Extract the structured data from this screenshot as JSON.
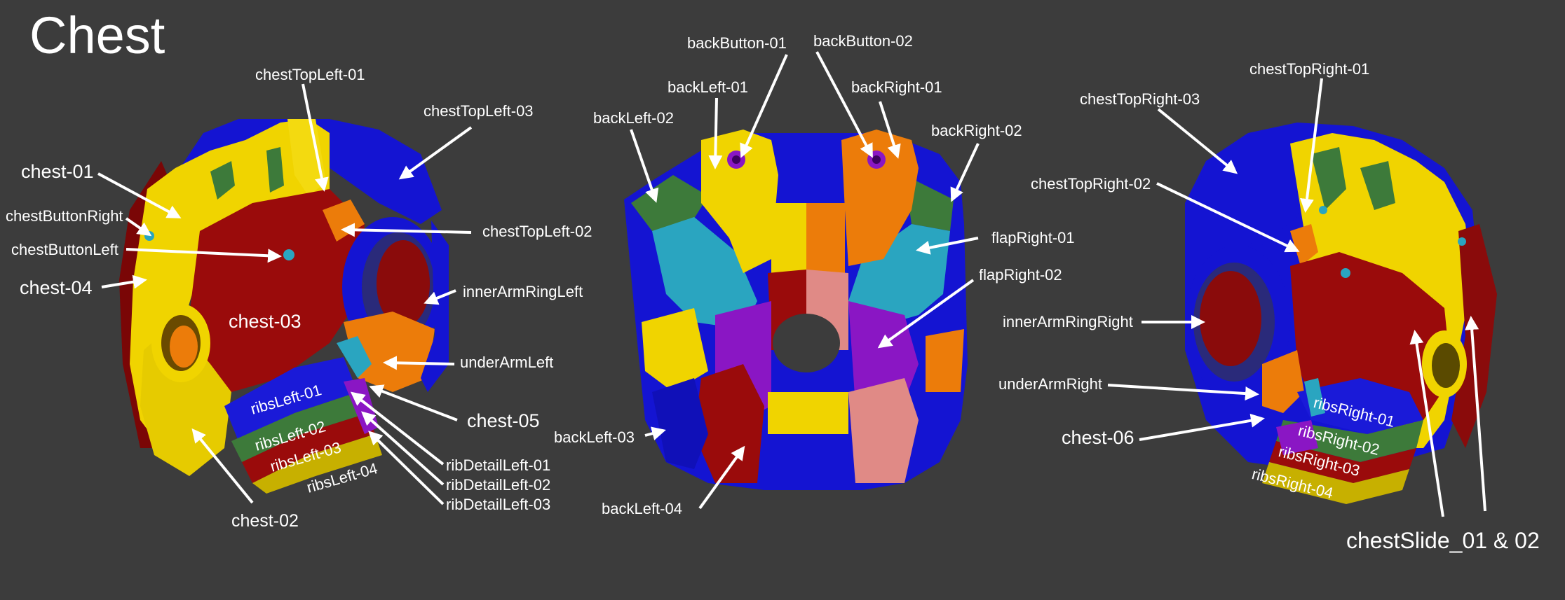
{
  "title": "Chest",
  "colors": {
    "background": "#3c3c3c",
    "blue": "#1a1ad8",
    "yellow": "#f0d400",
    "darkred": "#9a0b0b",
    "orange": "#ec7c0a",
    "teal": "#2aa5c0",
    "green": "#3d7a3a",
    "purple": "#8a16c4",
    "pink": "#e08a86"
  },
  "labels": {
    "chest01": "chest-01",
    "chestButtonRight": "chestButtonRight",
    "chestButtonLeft": "chestButtonLeft",
    "chest04": "chest-04",
    "chest03": "chest-03",
    "chestTopLeft01": "chestTopLeft-01",
    "chestTopLeft03": "chestTopLeft-03",
    "chestTopLeft02": "chestTopLeft-02",
    "innerArmRingLeft": "innerArmRingLeft",
    "underArmLeft": "underArmLeft",
    "chest05": "chest-05",
    "ribsLeft01": "ribsLeft-01",
    "ribsLeft02": "ribsLeft-02",
    "ribsLeft03": "ribsLeft-03",
    "ribsLeft04": "ribsLeft-04",
    "ribDetailLeft01": "ribDetailLeft-01",
    "ribDetailLeft02": "ribDetailLeft-02",
    "ribDetailLeft03": "ribDetailLeft-03",
    "chest02": "chest-02",
    "backButton01": "backButton-01",
    "backButton02": "backButton-02",
    "backLeft01": "backLeft-01",
    "backLeft02": "backLeft-02",
    "backRight01": "backRight-01",
    "backRight02": "backRight-02",
    "flapRight01": "flapRight-01",
    "flapRight02": "flapRight-02",
    "backLeft03": "backLeft-03",
    "backLeft04": "backLeft-04",
    "chestTopRight01": "chestTopRight-01",
    "chestTopRight03": "chestTopRight-03",
    "chestTopRight02": "chestTopRight-02",
    "innerArmRingRight": "innerArmRingRight",
    "underArmRight": "underArmRight",
    "chest06": "chest-06",
    "ribsRight01": "ribsRight-01",
    "ribsRight02": "ribsRight-02",
    "ribsRight03": "ribsRight-03",
    "ribsRight04": "ribsRight-04",
    "chestSlide": "chestSlide_01 & 02"
  }
}
